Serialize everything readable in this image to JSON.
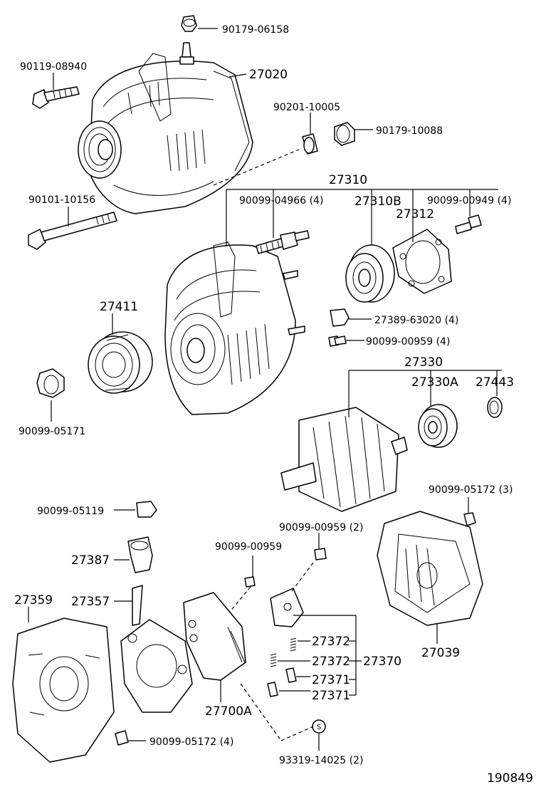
{
  "diagram_id": "190849",
  "labels": {
    "p90179_06158": "90179-06158",
    "p90119_08940": "90119-08940",
    "p27020": "27020",
    "p90201_10005": "90201-10005",
    "p90179_10088": "90179-10088",
    "p90101_10156": "90101-10156",
    "p27310": "27310",
    "p90099_04966": "90099-04966 (4)",
    "p27310B": "27310B",
    "p90099_00949": "90099-00949 (4)",
    "p27312": "27312",
    "p27411": "27411",
    "p27389_63020": "27389-63020 (4)",
    "p90099_00959_4": "90099-00959 (4)",
    "p90099_05171": "90099-05171",
    "p27330": "27330",
    "p27330A": "27330A",
    "p27443": "27443",
    "p90099_05172_3": "90099-05172 (3)",
    "p90099_05119": "90099-05119",
    "p90099_00959_2": "90099-00959 (2)",
    "p27387": "27387",
    "p90099_00959": "90099-00959",
    "p27359": "27359",
    "p27357": "27357",
    "p27372a": "27372",
    "p27370": "27370",
    "p27372b": "27372",
    "p27371a": "27371",
    "p27371b": "27371",
    "p27039": "27039",
    "p27700A": "27700A",
    "p90099_05172_4": "90099-05172 (4)",
    "p93319_14025": "93319-14025 (2)"
  }
}
